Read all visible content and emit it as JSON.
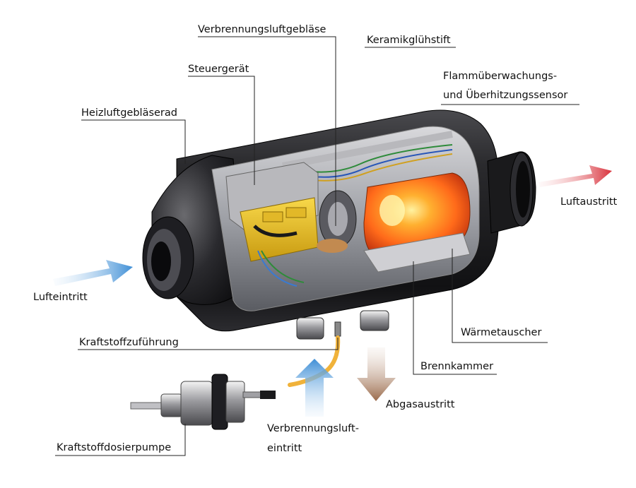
{
  "labels": {
    "verbrennungsluftgeblaese": "Verbrennungsluftgebläse",
    "keramikgluehstift": "Keramikglühstift",
    "steuergeraet": "Steuergerät",
    "flammueberwachung_line1": "Flammüberwachungs-",
    "flammueberwachung_line2": "und Überhitzungssensor",
    "heizluftgeblaeserad": "Heizluftgebläserad",
    "luftaustritt": "Luftaustritt",
    "lufteintritt": "Lufteintritt",
    "waermetauscher": "Wärmetauscher",
    "kraftstoffzufuehrung": "Kraftstoffzuführung",
    "brennkammer": "Brennkammer",
    "abgasaustritt": "Abgasaustritt",
    "verbrennungsluft_line1": "Verbrennungsluft-",
    "verbrennungsluft_line2": "eintritt",
    "kraftstoffdosierpumpe": "Kraftstoffdosierpumpe"
  },
  "colors": {
    "inlet_arrow": "#3f8fd6",
    "outlet_arrow": "#d8303a",
    "exhaust_arrow": "#9a6a4a",
    "fuel_line": "#f0b23a",
    "heater_body": "#1c1c1e",
    "flame": "#ff6a1a"
  }
}
